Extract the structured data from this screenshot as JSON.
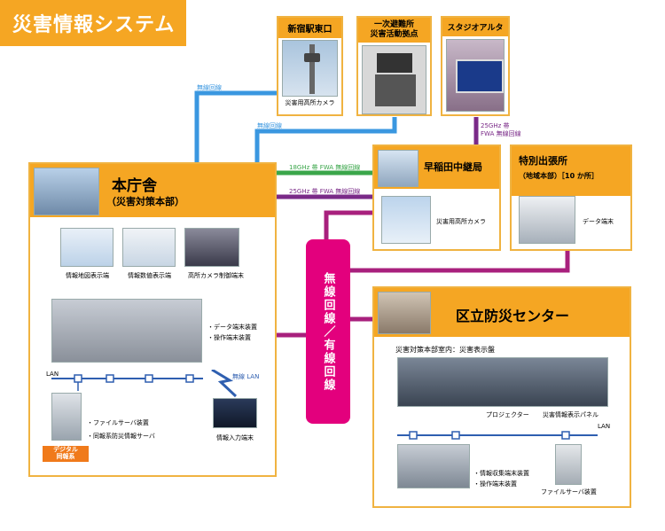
{
  "title": "災害情報システム",
  "cameras": {
    "shinjuku": {
      "title": "新宿駅東口",
      "caption": "災害用高所カメラ"
    },
    "evac": {
      "title": "一次避難所\n災害活動拠点"
    },
    "studio": {
      "title": "スタジオアルタ"
    }
  },
  "links": {
    "wireless1": "無線回線",
    "wireless2": "無線回線",
    "fwa18": "18GHz 帯 FWA 無線回線",
    "fwa25": "25GHz 帯 FWA 無線回線",
    "fwa25b": "25GHz 帯\nFWA 無線回線"
  },
  "hq": {
    "title": "本庁舎",
    "subtitle": "（災害対策本部）",
    "captions": [
      "情報地図表示端",
      "情報数値表示端",
      "高所カメラ制御端末"
    ],
    "console_notes": [
      "・データ端末装置",
      "・操作端末装置"
    ],
    "lan_label": "LAN",
    "wireless_lan": "無線 LAN",
    "server_notes": [
      "・ファイルサーバ装置",
      "・同報系防災情報サーバ"
    ],
    "laptop_caption": "情報入力端末",
    "digital_tag": "デジタル\n同報系"
  },
  "waseda": {
    "title": "早稲田中継局",
    "caption": "災害用高所カメラ"
  },
  "branch": {
    "title": "特別出張所",
    "subtitle": "（地域本部）［10 か所］",
    "caption": "データ端末"
  },
  "hub": {
    "label": "無線回線／有線回線"
  },
  "center": {
    "title": "区立防災センター",
    "room_label": "災害対策本部室内：災害表示盤",
    "captions": [
      "プロジェクター",
      "災害情報表示パネル"
    ],
    "lan_label": "LAN",
    "notes": [
      "・情報収集端末装置",
      "・操作端末装置"
    ],
    "server_caption": "ファイルサーバ装置"
  },
  "colors": {
    "orange": "#f5a623",
    "blue": "#3a97e0",
    "green": "#3aa64a",
    "purple": "#7a2a88",
    "magenta": "#e3007d"
  }
}
